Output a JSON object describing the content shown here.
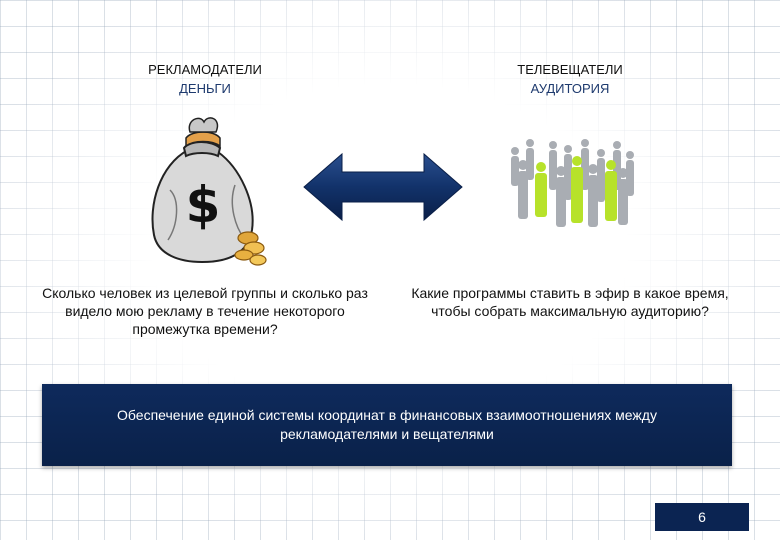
{
  "left": {
    "heading": "РЕКЛАМОДАТЕЛИ",
    "subheading": "ДЕНЬГИ",
    "question": "Сколько человек из целевой группы и сколько раз видело мою рекламу в течение некоторого промежутка времени?"
  },
  "right": {
    "heading": "ТЕЛЕВЕЩАТЕЛИ",
    "subheading": "АУДИТОРИЯ",
    "question": "Какие программы ставить в эфир в какое время, чтобы собрать максимальную аудиторию?"
  },
  "banner": {
    "text": "Обеспечение единой системы координат в финансовых взаимоотношениях между рекламодателями и вещателями"
  },
  "page_number": "6",
  "icons": {
    "money_bag": "money-bag-icon",
    "arrow": "double-arrow-icon",
    "audience": "crowd-icon"
  },
  "colors": {
    "navy": "#0b2452",
    "accent_green": "#b7e22a",
    "crowd_gray": "#a9adb3"
  }
}
